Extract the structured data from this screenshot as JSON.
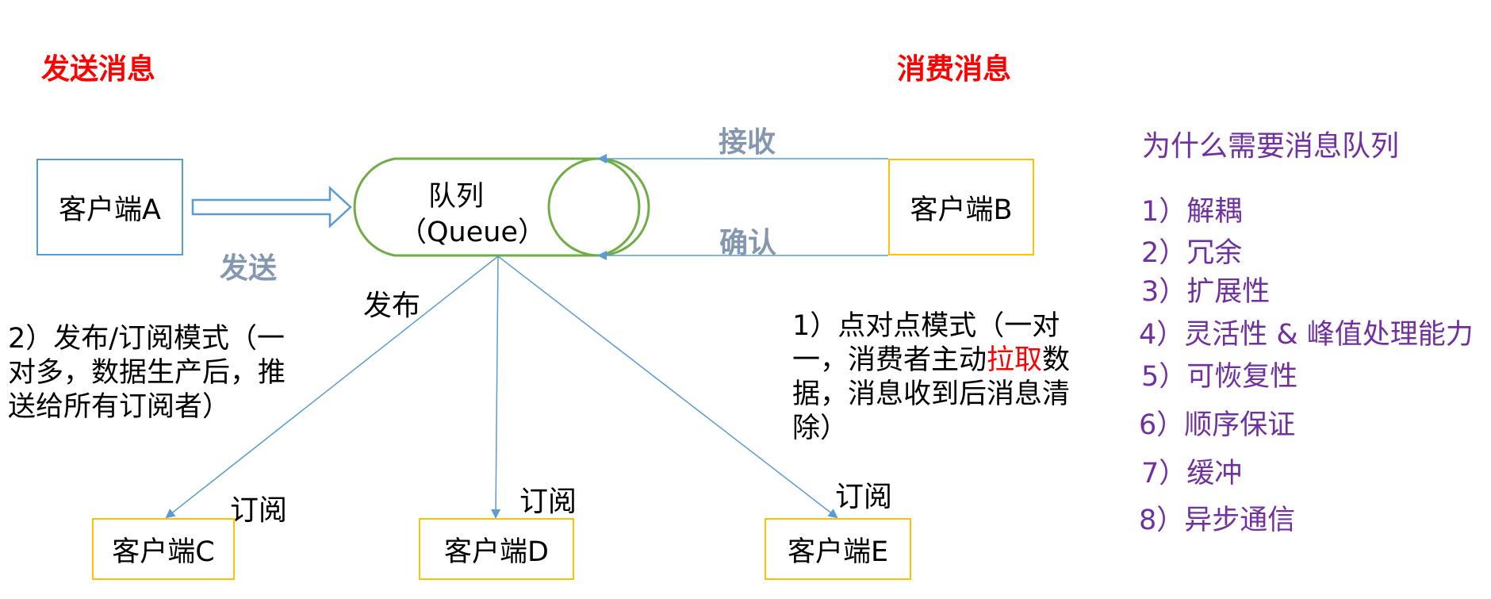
{
  "titles": {
    "send": "发送消息",
    "consume": "消费消息"
  },
  "clients": {
    "a": "客户端A",
    "b": "客户端B",
    "c": "客户端C",
    "d": "客户端D",
    "e": "客户端E"
  },
  "queue": {
    "line1": "队列",
    "line2": "（Queue）"
  },
  "labels": {
    "send": "发送",
    "receive": "接收",
    "confirm": "确认",
    "publish": "发布",
    "subscribe": "订阅"
  },
  "modes": {
    "pubsub": "2）发布/订阅模式（一对多，数据生产后，推送给所有订阅者）",
    "p2p_before": "1）点对点模式（一对一，消费者主动",
    "p2p_highlight": "拉取",
    "p2p_after": "数据，消息收到后消息清除）"
  },
  "why": {
    "heading": "为什么需要消息队列",
    "items": [
      "1）解耦",
      "2）冗余",
      "3）扩展性",
      "4）灵活性 & 峰值处理能力",
      "5）可恢复性",
      "6）顺序保证",
      "7）缓冲",
      "8）异步通信"
    ]
  },
  "colors": {
    "red": "#ff0000",
    "purple": "#7030a0",
    "gray_label": "#8497b0",
    "blue": "#5b9bd5",
    "gold": "#ffc000",
    "green": "#70ad47"
  }
}
